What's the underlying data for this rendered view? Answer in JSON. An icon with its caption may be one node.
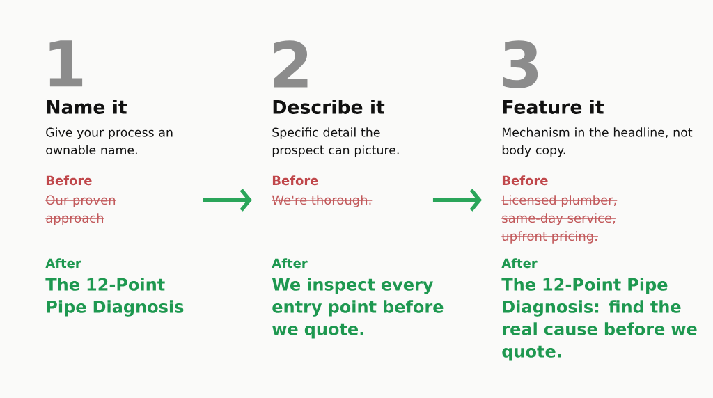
{
  "diagram": {
    "nodes": [
      {
        "text": [
          "1",
          "Name it",
          "Give your process an ownable name.",
          "Before",
          "Our proven approach",
          "After",
          "The 12-Point Pipe Diagnosis"
        ]
      },
      {
        "text": [
          "2",
          "Describe it",
          "Specific detail the prospect can picture.",
          "Before",
          "We're thorough.",
          "After",
          "We inspect every entry point before we quote."
        ]
      },
      {
        "text": [
          "3",
          "Feature it",
          "Mechanism in the headline, not body copy.",
          "Before",
          "Licensed plumber, same-day service, upfront pricing.",
          "After",
          "The 12-Point Pipe Diagnosis: find the real cause before we quote."
        ]
      }
    ],
    "edges": [
      {
        "from": 0,
        "to": 1,
        "arrow": "to"
      },
      {
        "from": 1,
        "to": 2,
        "arrow": "to"
      }
    ]
  }
}
